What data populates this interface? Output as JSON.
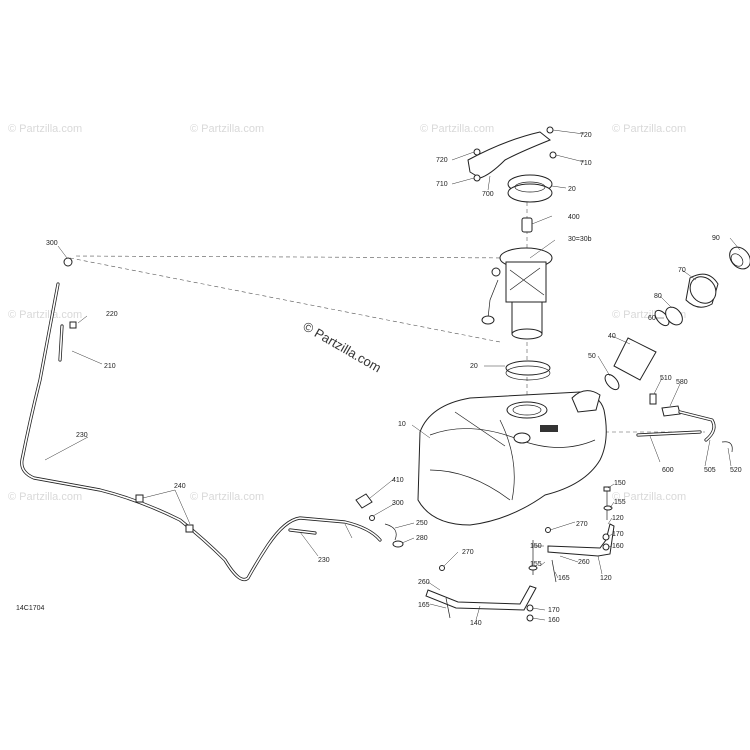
{
  "diagram": {
    "code": "14C1704",
    "center_watermark": "© Partzilla.com",
    "watermark": "© Partzilla.com",
    "callouts": {
      "c10": "10",
      "c20a": "20",
      "c20b": "20",
      "c30": "30=30b",
      "c40": "40",
      "c50": "50",
      "c60": "60",
      "c70": "70",
      "c80": "80",
      "c90": "90",
      "c120a": "120",
      "c120b": "120",
      "c140": "140",
      "c150a": "150",
      "c150b": "150",
      "c155a": "155",
      "c155b": "155",
      "c160a": "160",
      "c160b": "160",
      "c165a": "165",
      "c165b": "165",
      "c170a": "170",
      "c170b": "170",
      "c210": "210",
      "c220": "220",
      "c230a": "230",
      "c230b": "230",
      "c240": "240",
      "c250": "250",
      "c260a": "260",
      "c260b": "260",
      "c270a": "270",
      "c270b": "270",
      "c280": "280",
      "c300a": "300",
      "c300b": "300",
      "c400": "400",
      "c410": "410",
      "c505": "505",
      "c510": "510",
      "c520": "520",
      "c580": "580",
      "c600": "600",
      "c700": "700",
      "c710a": "710",
      "c710b": "710",
      "c720a": "720",
      "c720b": "720"
    }
  }
}
